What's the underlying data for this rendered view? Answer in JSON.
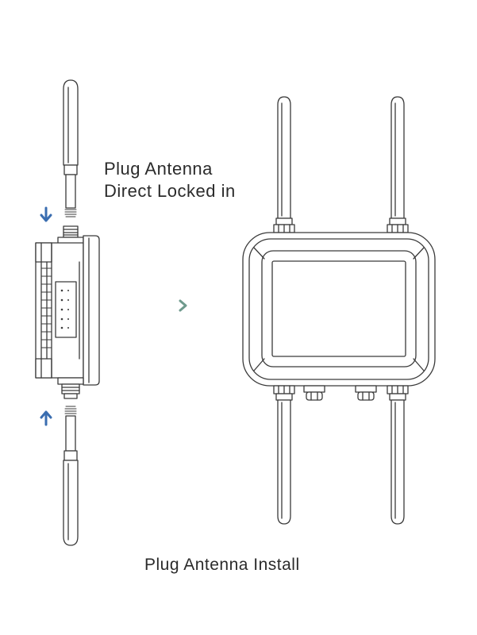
{
  "captions": {
    "plug_line1": "Plug Antenna",
    "plug_line2": "Direct Locked in",
    "install": "Plug Antenna Install"
  },
  "icons": {
    "down_arrow": "arrow-down-icon",
    "up_arrow": "arrow-up-icon",
    "next": "chevron-right-icon"
  },
  "colors": {
    "arrow_blue": "#3a6db0",
    "chevron_green": "#6f9a8d",
    "line": "#3a3a3a"
  }
}
